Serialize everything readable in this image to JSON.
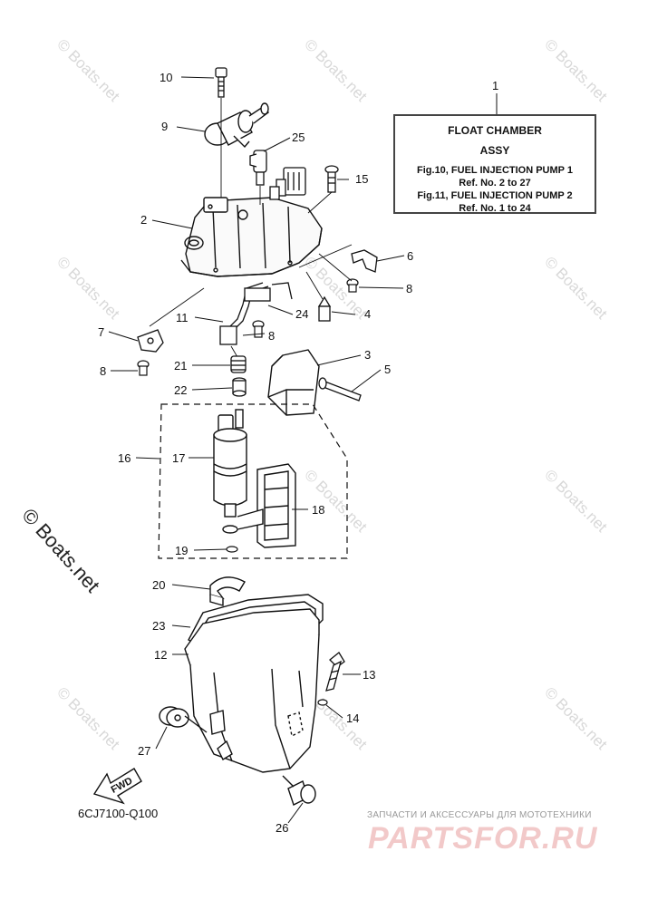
{
  "legend": {
    "ref_number": "1",
    "title_line1": "FLOAT CHAMBER",
    "title_line2": "ASSY",
    "ref_line1": "Fig.10, FUEL INJECTION PUMP 1",
    "ref_line2": "Ref. No. 2 to 27",
    "ref_line3": "Fig.11, FUEL INJECTION PUMP 2",
    "ref_line4": "Ref. No. 1 to 24"
  },
  "callouts": {
    "c2": "2",
    "c3": "3",
    "c4": "4",
    "c5": "5",
    "c6": "6",
    "c7": "7",
    "c8a": "8",
    "c8b": "8",
    "c8c": "8",
    "c9": "9",
    "c10": "10",
    "c11": "11",
    "c12": "12",
    "c13": "13",
    "c14": "14",
    "c15": "15",
    "c16": "16",
    "c17": "17",
    "c18": "18",
    "c19": "19",
    "c20": "20",
    "c21": "21",
    "c22": "22",
    "c23": "23",
    "c24": "24",
    "c25": "25",
    "c26": "26",
    "c27": "27"
  },
  "fwd_label": "FWD",
  "diagram_code": "6CJ7100-Q100",
  "watermark": "© Boats.net",
  "watermark_large": "© Boats.net",
  "shop": {
    "tagline": "ЗАПЧАСТИ И АКСЕССУАРЫ ДЛЯ МОТОТЕХНИКИ",
    "logo": "PARTSFOR.RU"
  },
  "colors": {
    "line": "#111111",
    "watermark": "#d8d8d8",
    "shop_logo": "#f2c9c9"
  }
}
